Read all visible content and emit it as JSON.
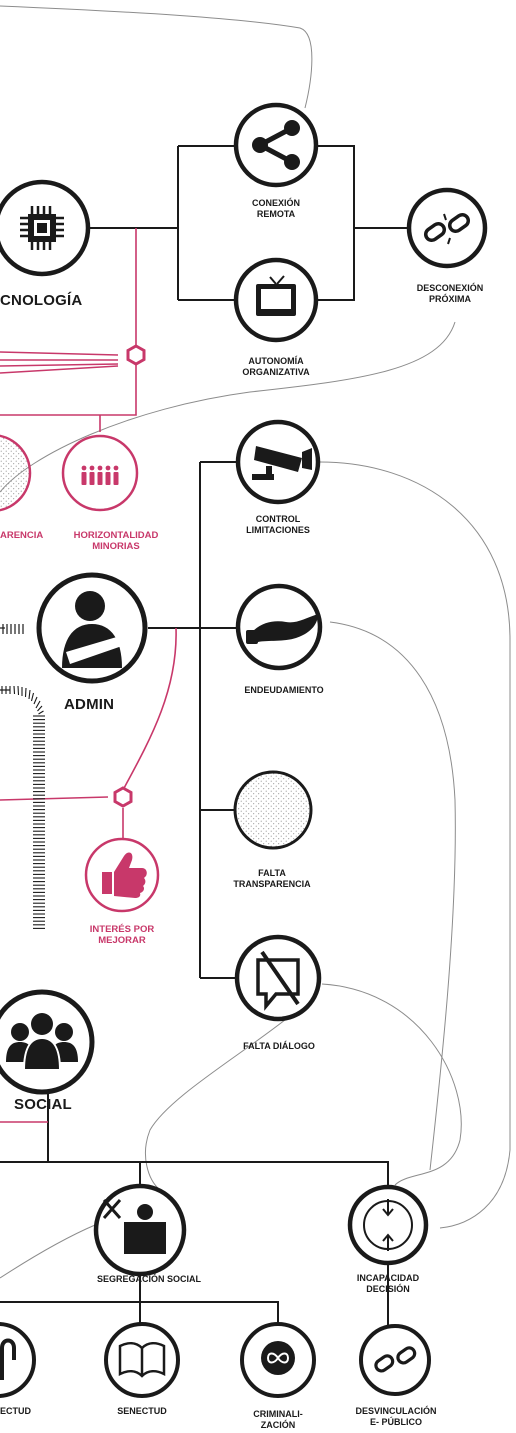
{
  "colors": {
    "ink": "#1a1a1a",
    "accent": "#c8386a",
    "grey": "#9a9a9a"
  },
  "nodes": {
    "tecnologia": {
      "label": "CNOLOGÍA",
      "icon": "chip-icon"
    },
    "conexion": {
      "line1": "CONEXIÓN",
      "line2": "REMOTA",
      "icon": "share-icon"
    },
    "autonomia": {
      "line1": "AUTONOMÍA",
      "line2": "ORGANIZATIVA",
      "icon": "television-icon"
    },
    "desconexion": {
      "line1": "DESCONEXIÓN",
      "line2": "PRÓXIMA",
      "icon": "broken-chain-icon"
    },
    "transparencia": {
      "label": "ARENCIA",
      "icon": "dotted-circle-icon"
    },
    "horizontalidad": {
      "line1": "HORIZONTALIDAD",
      "line2": "MINORIAS",
      "icon": "group-people-icon"
    },
    "control": {
      "line1": "CONTROL",
      "line2": "LIMITACIONES",
      "icon": "security-camera-icon"
    },
    "admin": {
      "label": "ADMIN",
      "icon": "administrator-icon"
    },
    "endeudamiento": {
      "label": "ENDEUDAMIENTO",
      "icon": "open-hand-icon"
    },
    "falta_transparencia": {
      "line1": "FALTA",
      "line2": "TRANSPARENCIA",
      "icon": "dotted-circle-icon"
    },
    "interes": {
      "line1": "INTERÉS POR",
      "line2": "MEJORAR",
      "icon": "thumbs-up-icon"
    },
    "falta_dialogo": {
      "label": "FALTA DIÁLOGO",
      "icon": "no-chat-icon"
    },
    "social": {
      "label": "SOCIAL",
      "icon": "people-group-icon"
    },
    "segregacion": {
      "label": "SEGREGACIÓN SOCIAL",
      "icon": "segregated-person-icon"
    },
    "incapacidad": {
      "line1": "INCAPACIDAD",
      "line2": "DECISIÓN",
      "icon": "inward-arrows-icon"
    },
    "senectud_partial": {
      "label": "ECTUD",
      "icon": "cane-icon"
    },
    "senectud": {
      "label": "SENECTUD",
      "icon": "book-icon"
    },
    "criminalizacion": {
      "line1": "CRIMINALI-",
      "line2": "ZACIÓN",
      "icon": "infinity-face-icon"
    },
    "desvinculacion": {
      "line1": "DESVINCULACIÓN",
      "line2": "E- PÚBLICO",
      "icon": "broken-chain-icon"
    }
  }
}
